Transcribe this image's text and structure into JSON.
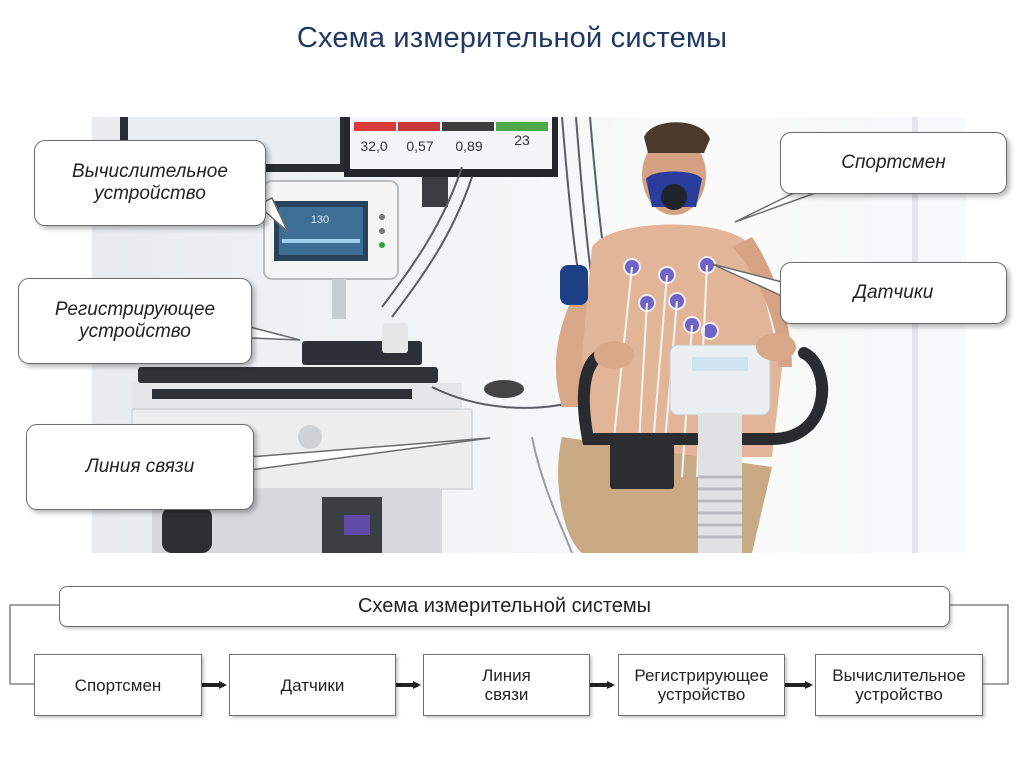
{
  "title": "Схема измерительной системы",
  "callouts": {
    "computer": "Вычислительное\nустройство",
    "recorder": "Регистрирующее\nустройство",
    "line": "Линия связи",
    "athlete": "Спортсмен",
    "sensors": "Датчики"
  },
  "monitor": {
    "top_values": [
      "32,0",
      "0,57",
      "0,89",
      "23"
    ],
    "device_screen": "130"
  },
  "flow": {
    "title": "Схема измерительной системы",
    "steps": [
      "Спортсмен",
      "Датчики",
      "Линия\nсвязи",
      "Регистрирующее\nустройство",
      "Вычислительное\nустройство"
    ]
  }
}
